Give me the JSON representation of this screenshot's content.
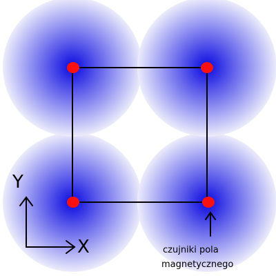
{
  "diagram": {
    "axes": {
      "x_label": "X",
      "y_label": "Y"
    },
    "sensor_caption": {
      "line1": "czujniki pola",
      "line2": "magnetycznego"
    },
    "sensor_count": 4
  },
  "colors": {
    "field_center": "#1010e0",
    "field_edge": "#eeeefc",
    "sensor": "#ff1010",
    "lines": "#000000",
    "background": "#ffffff"
  }
}
